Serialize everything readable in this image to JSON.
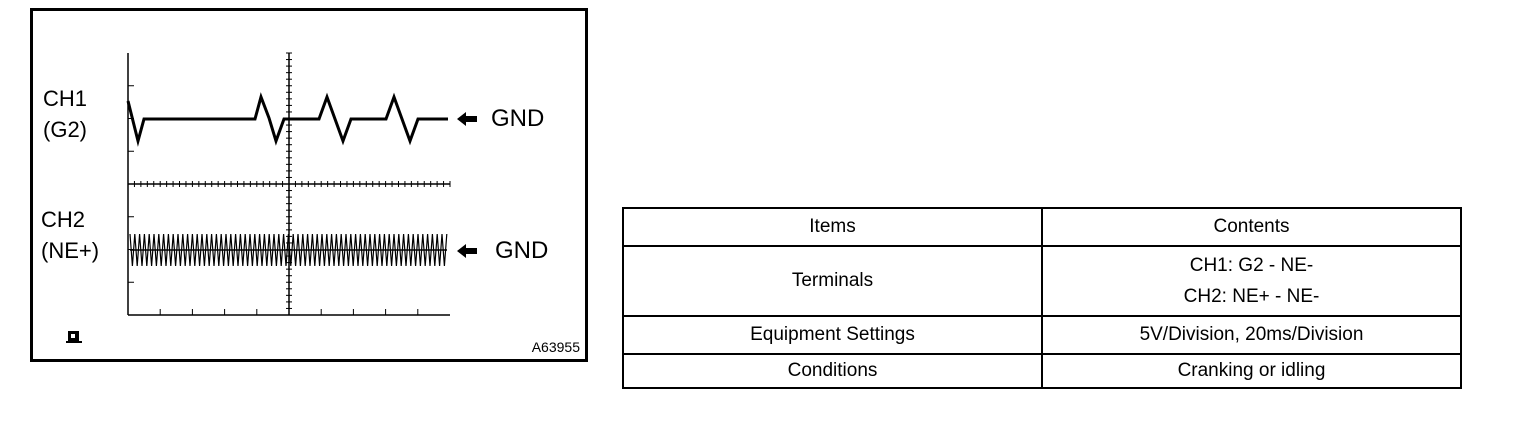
{
  "figure": {
    "channels": [
      {
        "name": "CH1",
        "signal": "(G2)",
        "ground_label": "GND"
      },
      {
        "name": "CH2",
        "signal": "(NE+)",
        "ground_label": "GND"
      }
    ],
    "figure_id": "A63955",
    "mark_icon": "mark-icon"
  },
  "table": {
    "headers": [
      "Items",
      "Contents"
    ],
    "rows": [
      {
        "item": "Terminals",
        "content": [
          "CH1: G2 - NE-",
          "CH2: NE+ - NE-"
        ]
      },
      {
        "item": "Equipment Settings",
        "content": [
          "5V/Division, 20ms/Division"
        ]
      },
      {
        "item": "Conditions",
        "content": [
          "Cranking or idling"
        ]
      }
    ]
  }
}
